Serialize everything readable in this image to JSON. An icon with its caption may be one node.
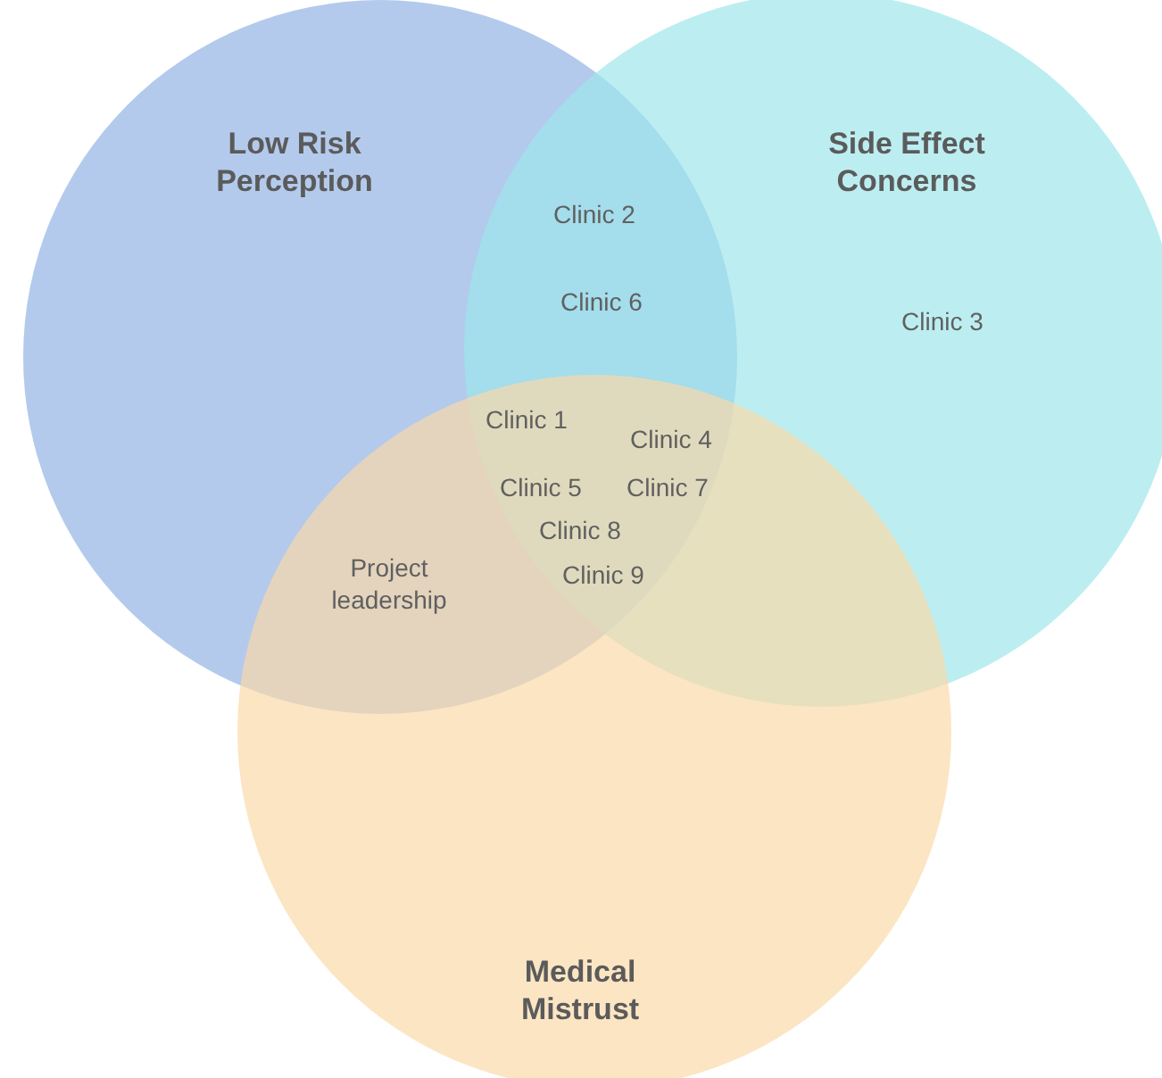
{
  "diagram": {
    "nodes": [
      {
        "text": [
          "Low Risk Perception"
        ]
      },
      {
        "text": [
          "Side Effect Concerns"
        ]
      },
      {
        "text": [
          "Medical Mistrust"
        ]
      }
    ],
    "labels": [
      "Clinic 2",
      "Clinic 6",
      "Clinic 3",
      "Clinic 1",
      "Clinic 4",
      "Clinic 5",
      "Clinic 7",
      "Clinic 8",
      "Project leadership",
      "Clinic 9"
    ]
  }
}
